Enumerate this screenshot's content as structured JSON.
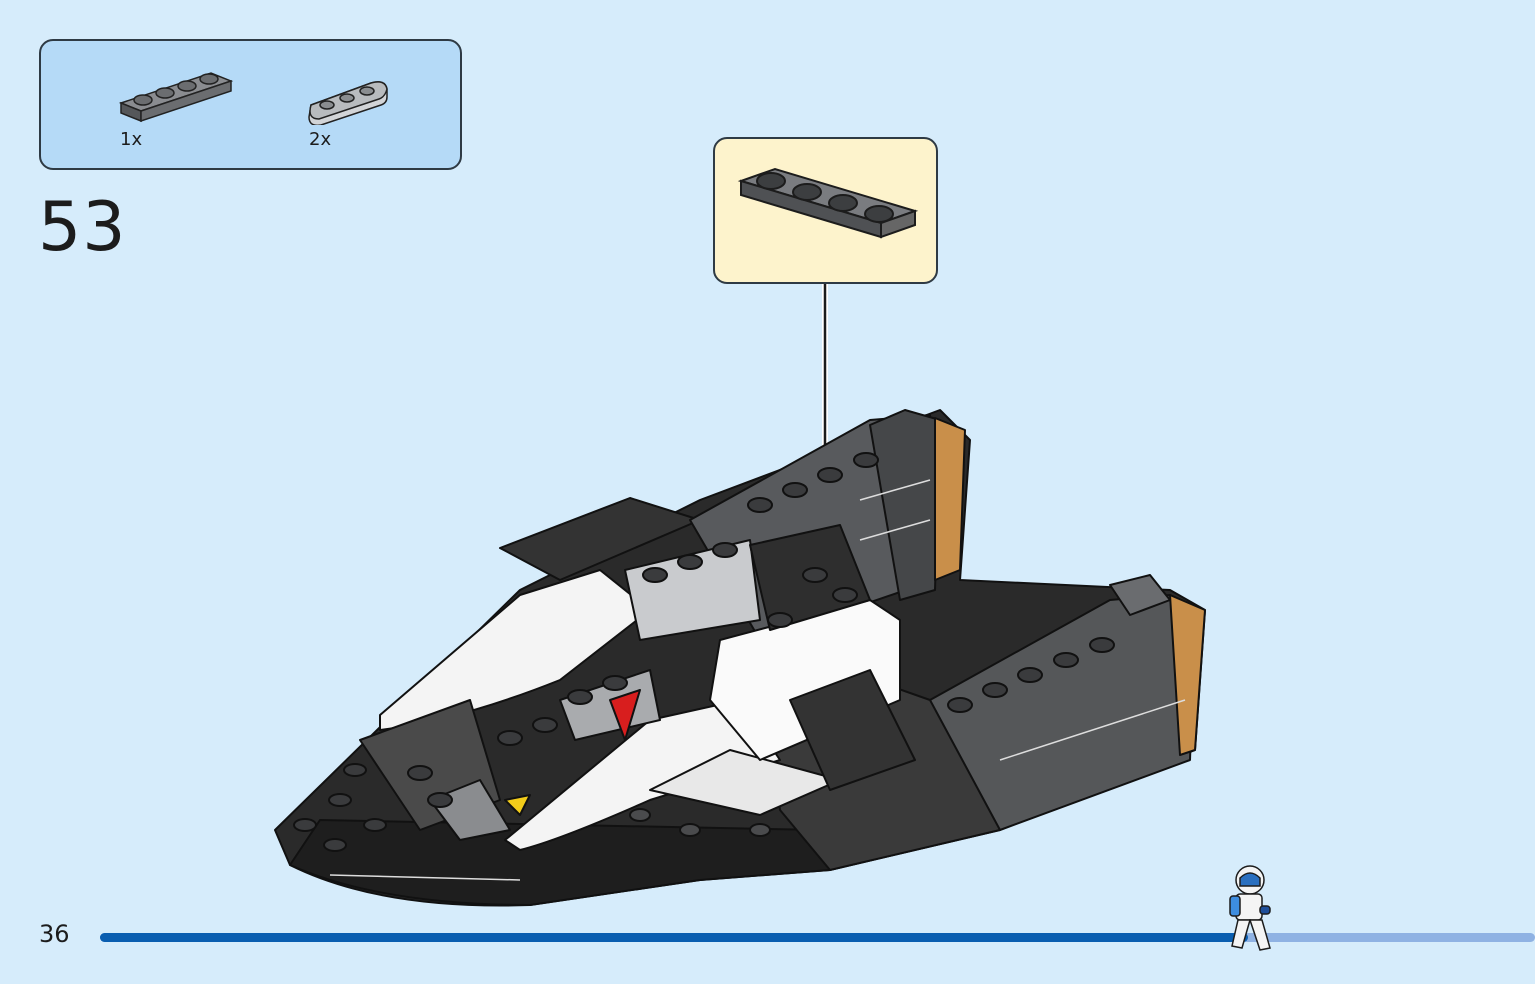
{
  "parts_list": {
    "items": [
      {
        "part": "plate-1x4-dark-gray",
        "count_label": "1x",
        "color": "#6b6d70"
      },
      {
        "part": "plate-1x3-rounded-light-gray",
        "count_label": "2x",
        "color": "#a9acb0"
      }
    ]
  },
  "step": {
    "number": "53"
  },
  "callout": {
    "part": "plate-1x4-dark-gray",
    "color": "#6b6d70"
  },
  "footer": {
    "page_number": "36"
  },
  "progress": {
    "fraction": 0.8
  },
  "colors": {
    "background": "#d6ecfb",
    "parts_box": "#b5daf7",
    "callout_box": "#fdf3cc",
    "progress_fill": "#0a5eb0",
    "progress_track": "#8fb2e3"
  }
}
